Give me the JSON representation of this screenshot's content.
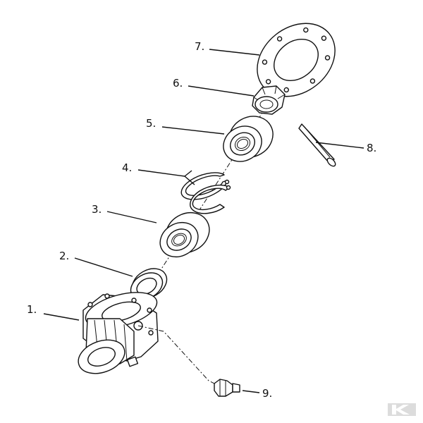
{
  "diagram": {
    "labels": [
      {
        "num": "1."
      },
      {
        "num": "2."
      },
      {
        "num": "3."
      },
      {
        "num": "4."
      },
      {
        "num": "5."
      },
      {
        "num": "6."
      },
      {
        "num": "7."
      },
      {
        "num": "8."
      },
      {
        "num": "9."
      }
    ]
  },
  "colors": {
    "ink": "#111111",
    "background": "#ffffff",
    "logo": "#dcdcdc"
  },
  "icons": {
    "brand_logo": "k-logo-watermark"
  }
}
